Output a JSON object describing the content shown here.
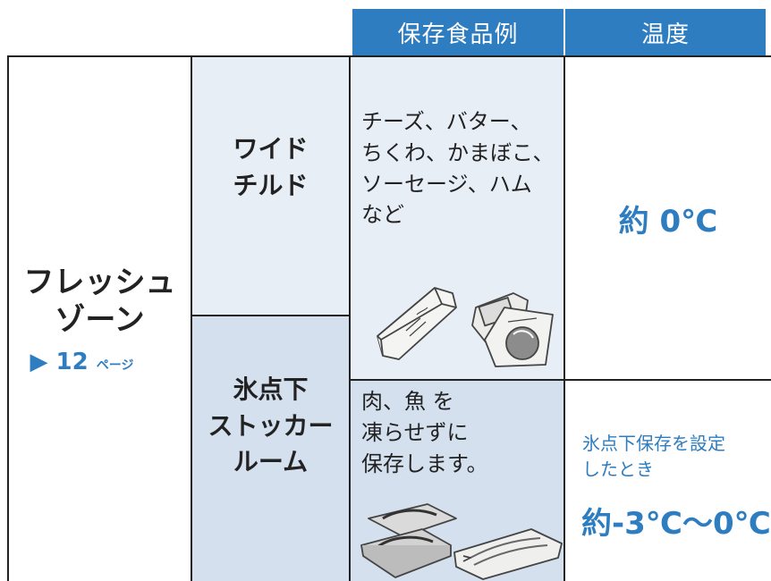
{
  "headers": {
    "food": "保存食品例",
    "temp": "温度"
  },
  "zone": {
    "name_line1": "フレッシュ",
    "name_line2": "ゾーン",
    "ref_arrow": "▶",
    "ref_page": "12",
    "ref_unit": "ページ"
  },
  "rows": [
    {
      "name_lines": [
        "ワイド",
        "チルド"
      ],
      "food_lines": [
        "チーズ、バター、",
        "ちくわ、かまぼこ、",
        "ソーセージ、ハム",
        "など"
      ],
      "temp": "約 0℃"
    },
    {
      "name_lines": [
        "氷点下",
        "ストッカー",
        "ルーム"
      ],
      "food_lines": [
        "肉、魚 を",
        "凍らせずに",
        "保存します。"
      ],
      "temp_condition_lines": [
        "氷点下保存を設定",
        "したとき"
      ],
      "temp": "約-3℃〜0℃"
    }
  ]
}
